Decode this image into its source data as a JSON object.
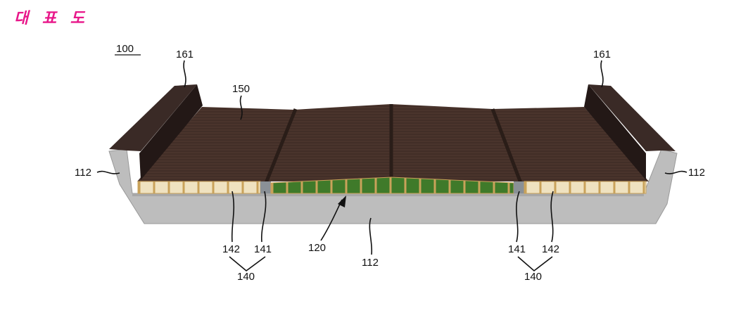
{
  "header": {
    "title": "대 표 도"
  },
  "colors": {
    "title": "#e8178a",
    "concrete": "#bdbdbd",
    "deck": "#4a342c",
    "parapet": "#2f2220",
    "panel_light": "#efe2c0",
    "panel_green": "#3f7a2a",
    "frame": "#c9a25a"
  },
  "figure": {
    "ref_main": "100",
    "labels": {
      "parapet_left": "161",
      "parapet_right": "161",
      "deck": "150",
      "wall_left": "112",
      "wall_right": "112",
      "base": "112",
      "module_center": "120",
      "panel_left": "142",
      "joint_left": "141",
      "group_left": "140",
      "joint_right": "141",
      "panel_right": "142",
      "group_right": "140"
    }
  }
}
